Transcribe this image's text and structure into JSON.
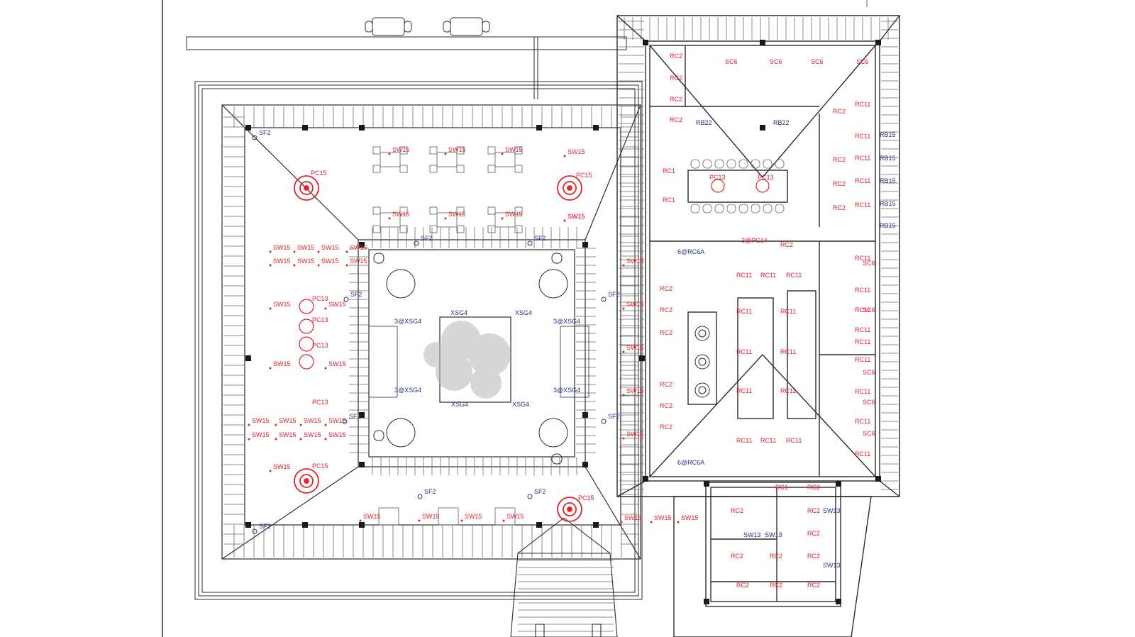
{
  "colors": {
    "line": "#2b2b2b",
    "thin": "#6a6a6a",
    "red": "#e8202a",
    "blue": "#2a2e8c",
    "tree": "#b8b8b8"
  },
  "labels": {
    "courtyard_tags": [
      "XSG4",
      "XSG4",
      "XSG4",
      "XSG4",
      "3@XSG4",
      "3@XSG4",
      "3@XSG4",
      "3@XSG4"
    ],
    "sf2_tags": [
      "SF2",
      "SF2",
      "SF2",
      "SF2",
      "SF2",
      "SF2",
      "SF2",
      "SF2",
      "SF2",
      "SF2"
    ],
    "pc15_tags": [
      "PC15",
      "PC15",
      "PC15",
      "PC15"
    ],
    "pc13_tags": [
      "PC13",
      "PC13",
      "PC13",
      "PC13"
    ],
    "sw15_tags": [
      "SW15",
      "SW15",
      "SW15",
      "SW15",
      "SW15",
      "SW15",
      "SW15",
      "SW15",
      "SW15",
      "SW15",
      "SW15",
      "SW15",
      "SW15",
      "SW15",
      "SW15",
      "SW15",
      "SW15",
      "SW15",
      "SW15",
      "SW15",
      "SW15",
      "SW15",
      "SW15",
      "SW15",
      "SW15",
      "SW15",
      "SW15",
      "SW15",
      "SW15",
      "SW15",
      "SW15",
      "SW15",
      "SW15",
      "SW15",
      "SW15",
      "SW15",
      "SW15",
      "SW15",
      "SW15",
      "SW15",
      "SW15",
      "SW15"
    ],
    "kitchen_tags": [
      "RC2",
      "RC2",
      "RC2",
      "RC2",
      "SC6",
      "SC6",
      "SC6",
      "SC6",
      "RB22",
      "RB22",
      "RC11",
      "RC11",
      "RC11",
      "RC11",
      "RC11",
      "RC2",
      "RC2",
      "RC2",
      "RC2",
      "RB15",
      "RB15",
      "RB15",
      "RB15",
      "RB15",
      "RC1",
      "RC1",
      "PC13",
      "PC13",
      "3@PC14",
      "RC2",
      "6@RC6A",
      "6@RC6A",
      "RC11",
      "RC11",
      "RC11",
      "RC11",
      "RC11",
      "RC11",
      "RC11",
      "RC11",
      "RC11",
      "RC11",
      "RC11",
      "RC11",
      "RC11",
      "RC2",
      "RC2",
      "RC2",
      "RC2",
      "RC2",
      "RC2",
      "RC11",
      "RC11",
      "RC11",
      "RC11",
      "RC11",
      "RC11",
      "RC11",
      "RC11",
      "SC6",
      "SC6",
      "SC6",
      "SC6",
      "SC6"
    ],
    "toilet_tags": [
      "RC1",
      "RC2",
      "RC2",
      "RC2",
      "RC2",
      "RC2",
      "RC2",
      "RC2",
      "RC2",
      "RC2",
      "RC2",
      "SW13",
      "SW13",
      "SW13",
      "SW13"
    ]
  }
}
